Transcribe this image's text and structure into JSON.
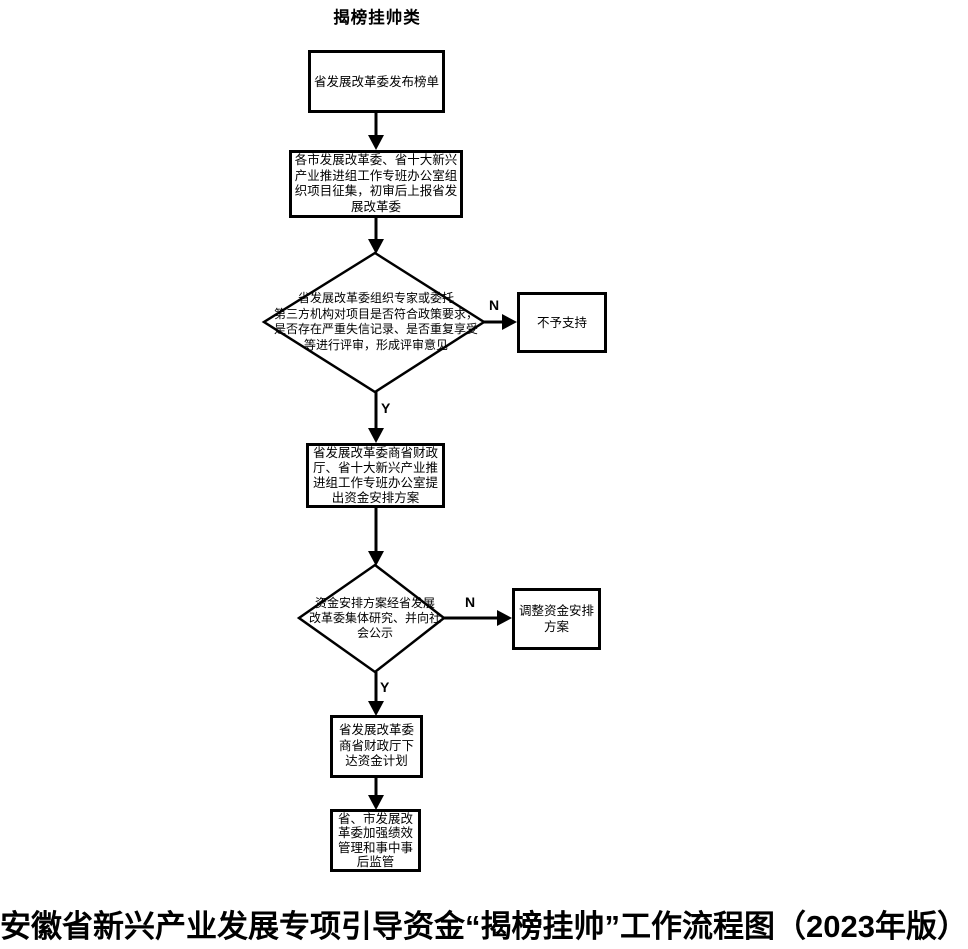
{
  "title": "揭榜挂帅类",
  "caption": "安徽省新兴产业发展专项引导资金“揭榜挂帅”工作流程图（2023年版）",
  "labels": {
    "yes": "Y",
    "no": "N"
  },
  "colors": {
    "line": "#000000",
    "background": "#ffffff",
    "text": "#000000"
  },
  "nodes": {
    "publish_list": "省发展改革委发布榜单",
    "project_collection": "各市发展改革委、省十大新兴\n产业推进组工作专班办公室组\n织项目征集，初审后上报省发\n展改革委",
    "expert_review_decision": "省发展改革委组织专家或委托\n第三方机构对项目是否符合政策要求，\n是否存在严重失信记录、是否重复享受\n等进行评审，形成评审意见",
    "not_supported": "不予支持",
    "funding_plan": "省发展改革委商省财政\n厅、省十大新兴产业推\n进组工作专班办公室提\n出资金安排方案",
    "plan_review_decision": "资金安排方案经省发展\n改革委集体研究、并向社\n会公示",
    "adjust_plan": "调整资金安排\n方案",
    "issue_funds": "省发展改革委\n商省财政厅下\n达资金计划",
    "supervision": "省、市发展改\n革委加强绩效\n管理和事中事\n后监管"
  }
}
